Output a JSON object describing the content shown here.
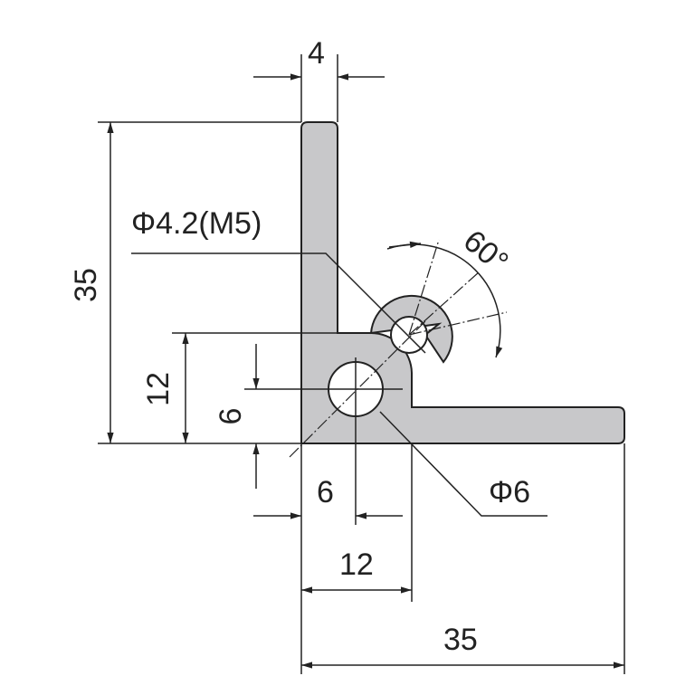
{
  "drawing": {
    "dimensions": {
      "wall_thickness": "4",
      "height": "35",
      "block_height": "12",
      "hole_offset_y": "6",
      "hole_offset_x": "6",
      "block_width": "12",
      "width": "35",
      "tap_hole": "Φ4.2(M5)",
      "slot_angle": "60°",
      "through_hole": "Φ6"
    },
    "colors": {
      "profile_fill": "#c8c8ca",
      "line": "#222222"
    }
  }
}
